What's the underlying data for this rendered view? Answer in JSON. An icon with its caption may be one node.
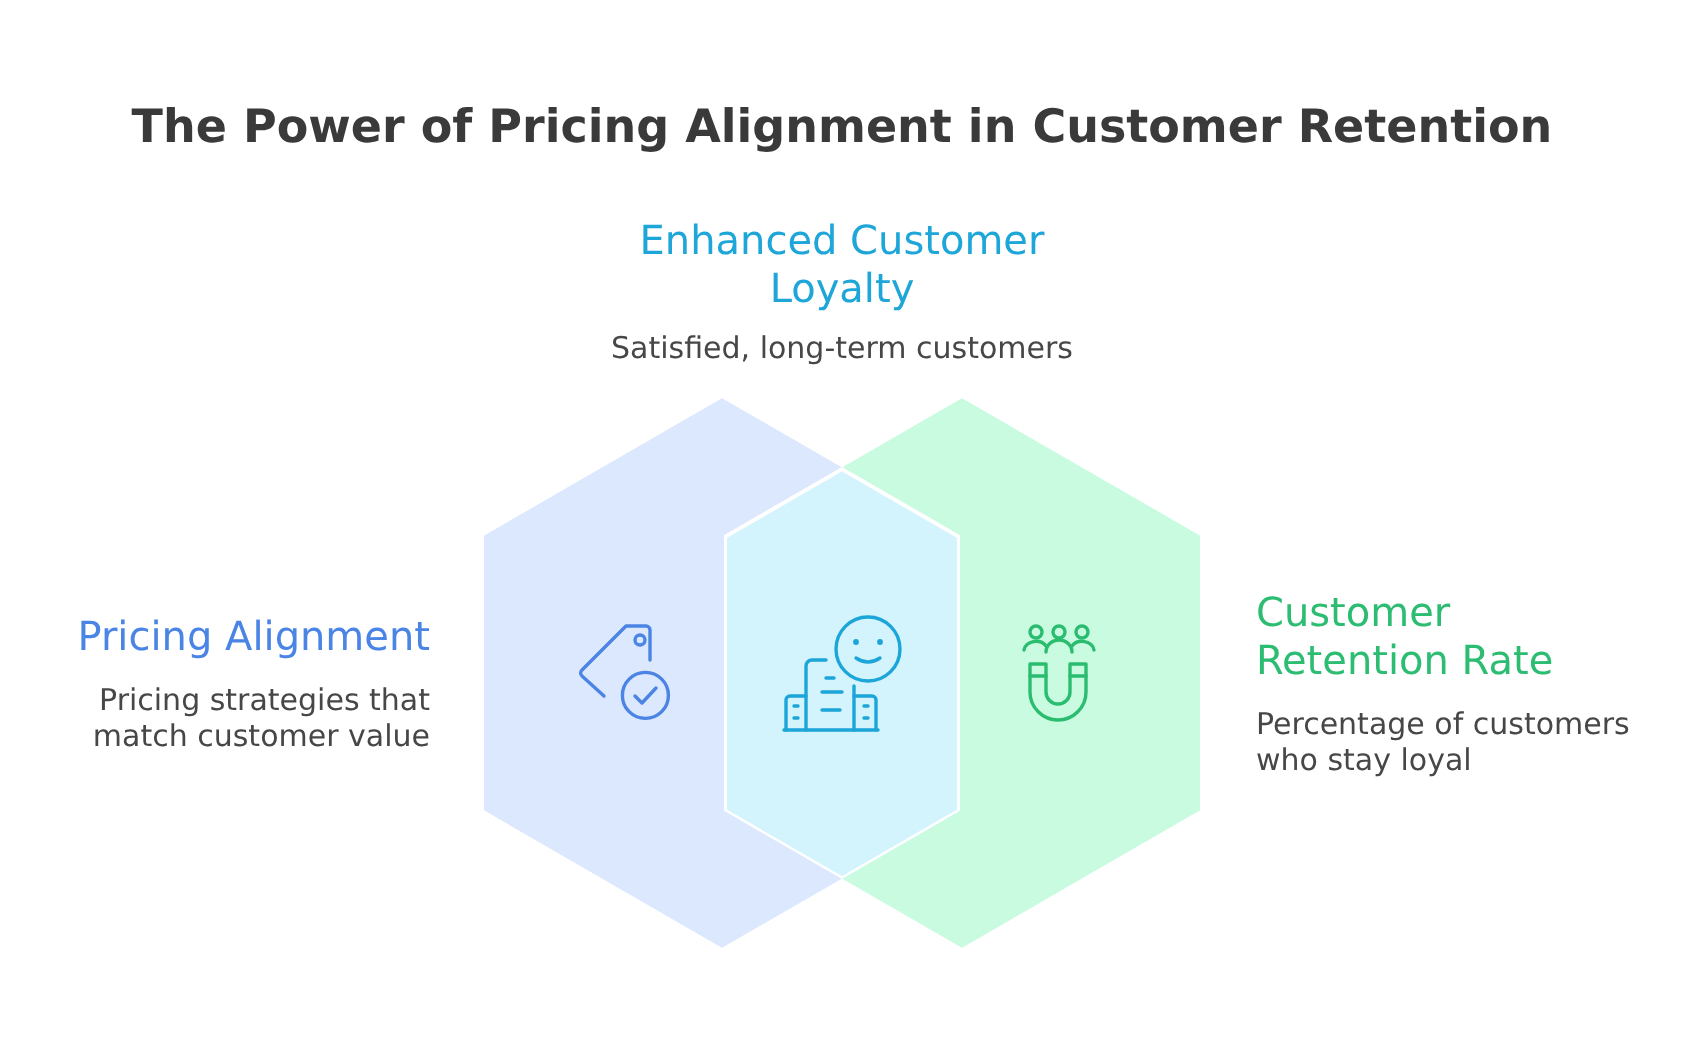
{
  "diagram": {
    "title": "The Power of Pricing Alignment in Customer Retention",
    "nodes": [
      {
        "text": [],
        "shape": "hexagon",
        "beside": [
          "Pricing Alignment",
          "Pricing strategies that match customer value"
        ]
      },
      {
        "text": [],
        "shape": "hexagon",
        "beside": [
          "Enhanced Customer Loyalty",
          "Satisfied, long-term customers"
        ]
      },
      {
        "text": [],
        "shape": "hexagon",
        "beside": [
          "Customer Retention Rate",
          "Percentage of customers who stay loyal"
        ]
      }
    ]
  }
}
